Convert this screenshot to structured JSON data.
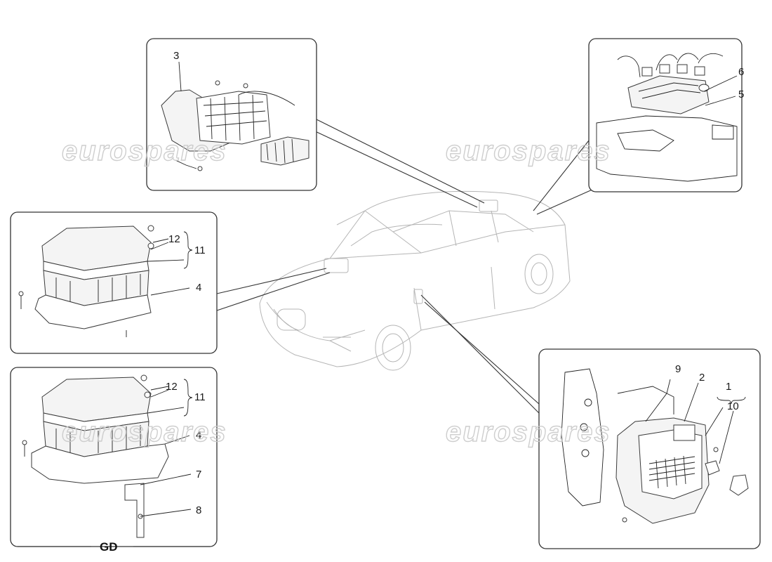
{
  "watermark": "eurospares",
  "callouts": {
    "n1": "1",
    "n2": "2",
    "n3": "3",
    "n4a": "4",
    "n4b": "4",
    "n5": "5",
    "n6": "6",
    "n7": "7",
    "n8": "8",
    "n9": "9",
    "n10": "10",
    "n11a": "11",
    "n11b": "11",
    "n12a": "12",
    "n12b": "12"
  },
  "variant_label": "GD"
}
